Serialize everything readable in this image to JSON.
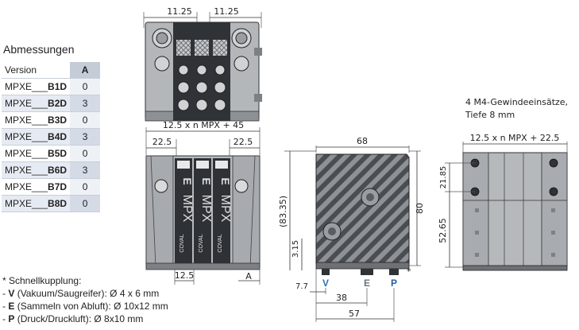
{
  "table": {
    "title": "Abmessungen",
    "col_version": "Version",
    "col_a": "A",
    "rows": [
      {
        "prefix": "MPXE___",
        "code": "B1D",
        "a": "0"
      },
      {
        "prefix": "MPXE___",
        "code": "B2D",
        "a": "3"
      },
      {
        "prefix": "MPXE___",
        "code": "B3D",
        "a": "0"
      },
      {
        "prefix": "MPXE___",
        "code": "B4D",
        "a": "3"
      },
      {
        "prefix": "MPXE___",
        "code": "B5D",
        "a": "0"
      },
      {
        "prefix": "MPXE___",
        "code": "B6D",
        "a": "3"
      },
      {
        "prefix": "MPXE___",
        "code": "B7D",
        "a": "0"
      },
      {
        "prefix": "MPXE___",
        "code": "B8D",
        "a": "0"
      }
    ]
  },
  "footnote": {
    "title": "* Schnellkupplung:",
    "items": [
      {
        "bullet": "- ",
        "letter": "V",
        "text": " (Vakuum/Saugreifer): Ø 4 x 6 mm"
      },
      {
        "bullet": "- ",
        "letter": "E",
        "text": " (Sammeln von Abluft): Ø 10x12 mm"
      },
      {
        "bullet": "- ",
        "letter": "P",
        "text": " (Druck/Druckluft): Ø 8x10 mm"
      }
    ]
  },
  "top_view": {
    "pitch_left": "11.25",
    "pitch_right": "11.25"
  },
  "front_view": {
    "overall": "12.5 x n MPX + 45",
    "left_offset": "22.5",
    "right_offset": "22.5",
    "pitch": "12.5",
    "a_label": "A",
    "body_text": "MPX",
    "body_letter": "E",
    "brand": "COVAL"
  },
  "side_view": {
    "width": "68",
    "height": "80",
    "total_height": "(83.35)",
    "bottom_offset": "3.15",
    "port_offset": "7.7",
    "dim_38": "38",
    "dim_57": "57",
    "port_v": "V",
    "port_e": "E",
    "port_p": "P",
    "asterisk": "*"
  },
  "back_view": {
    "note_line1": "4 M4-Gewindeeinsätze,",
    "note_line2": "Tiefe 8 mm",
    "width": "12.5 x n MPX + 22.5",
    "hole_spacing": "21.85",
    "hole_height": "52.65"
  },
  "colors": {
    "port_v": "#2f6fb5",
    "port_e": "#8a8f96",
    "port_p": "#1f5ea8",
    "body": "#a9acb0",
    "dark": "#3a3d41"
  }
}
